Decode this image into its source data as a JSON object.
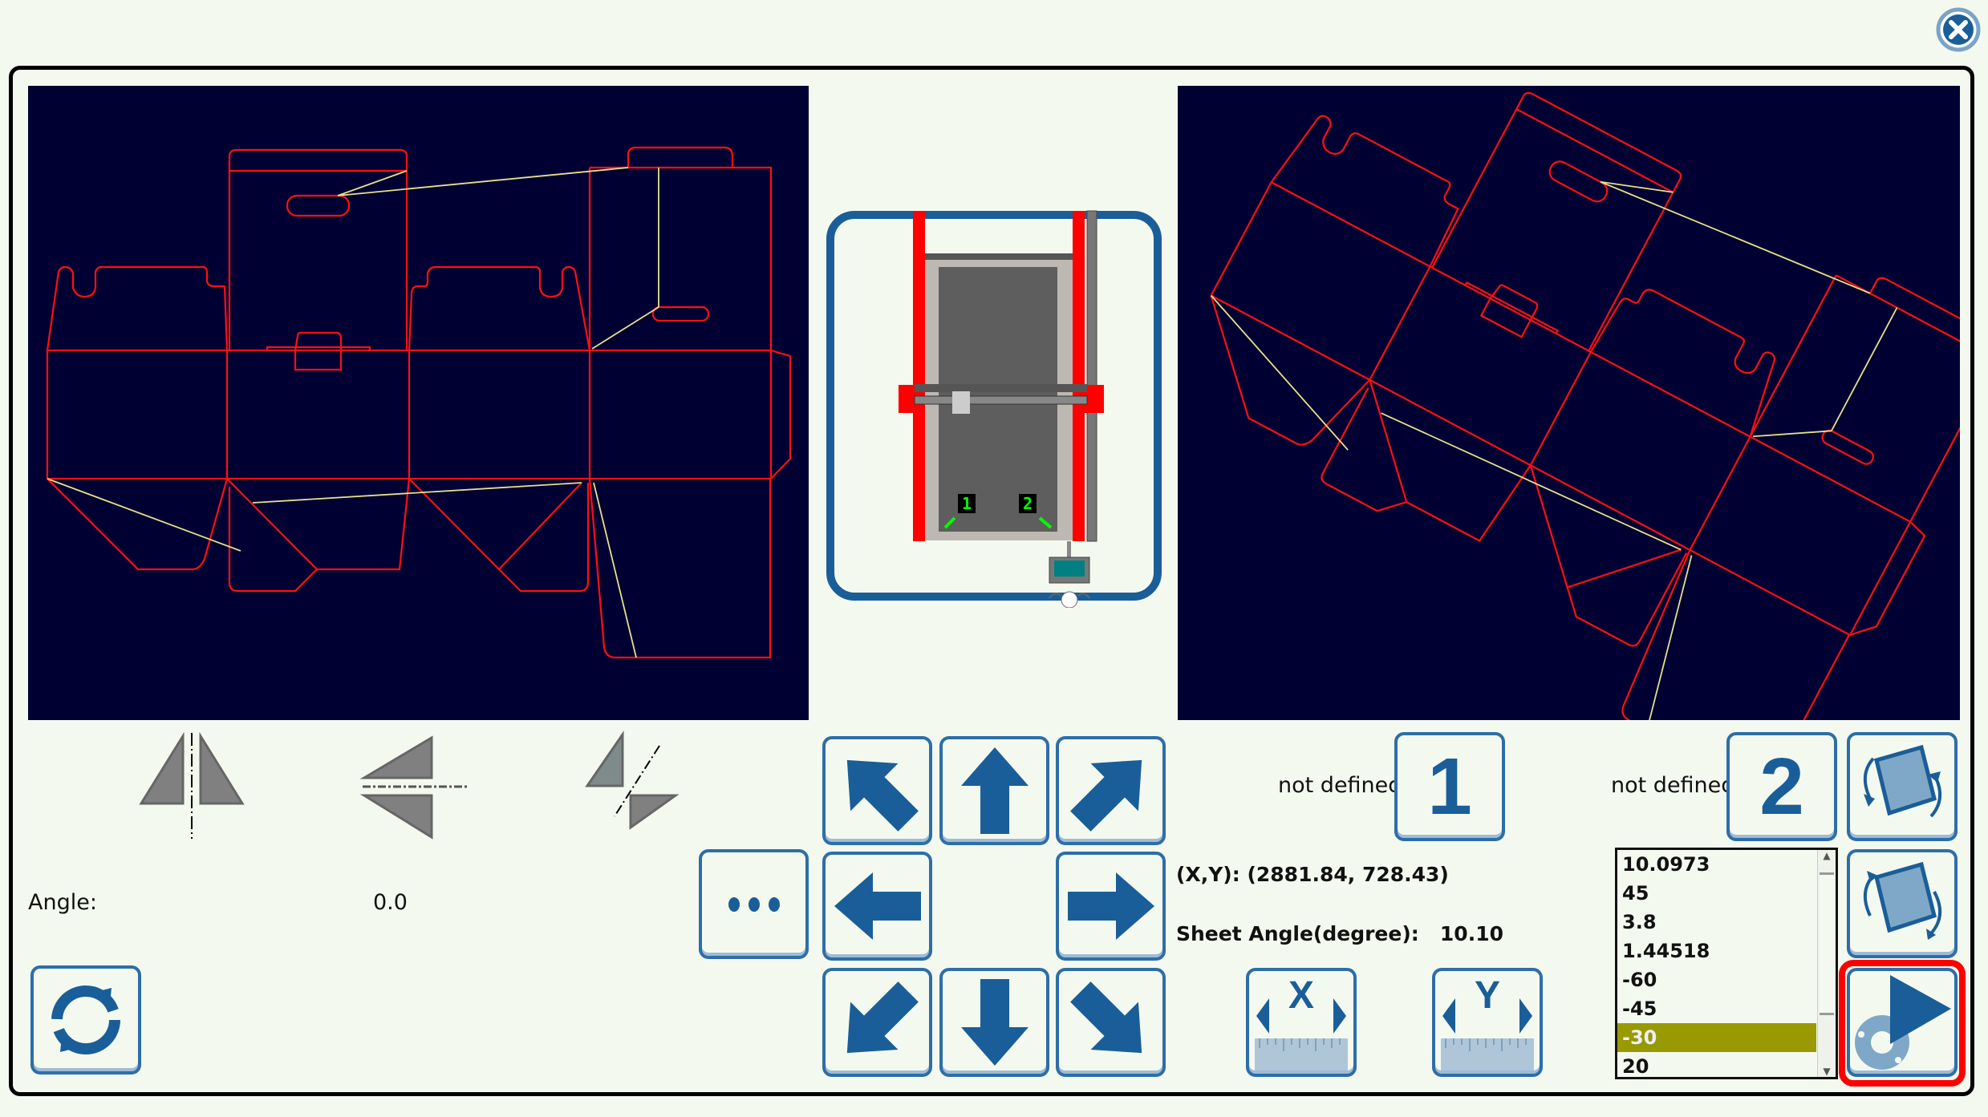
{
  "window": {
    "close_icon": "close-circle-icon"
  },
  "left_panel": {
    "angle_label": "Angle:",
    "angle_value": "0.0",
    "mirror_buttons": [
      "mirror-vertical-axis-icon",
      "mirror-horizontal-axis-icon",
      "mirror-diagonal-axis-icon"
    ],
    "reset_icon": "refresh-icon"
  },
  "machine": {
    "marker_1": "1",
    "marker_2": "2"
  },
  "jog": {
    "more_icon": "ellipsis-icon",
    "arrows": [
      "up-left",
      "up",
      "up-right",
      "left",
      "right",
      "down-left",
      "down",
      "down-right"
    ]
  },
  "reference_points": [
    {
      "status": "not defined",
      "label": "1"
    },
    {
      "status": "not defined",
      "label": "2"
    }
  ],
  "readout": {
    "xy_label": "(X,Y):",
    "xy_value": "(2881.84, 728.43)",
    "sheet_angle_label": "Sheet Angle(degree):",
    "sheet_angle_value": "10.10"
  },
  "axis_buttons": {
    "x_label": "X",
    "y_label": "Y"
  },
  "angle_list": {
    "items": [
      "10.0973",
      "45",
      "3.8",
      "1.44518",
      "-60",
      "-45",
      "-30",
      "20"
    ],
    "selected": "-30"
  },
  "colors": {
    "accent": "#1a5e99",
    "canvas": "#000033",
    "cut_line": "#ff0000",
    "crease_line": "#e8e08a",
    "selection": "#999900",
    "highlight_border": "#ff0000"
  }
}
